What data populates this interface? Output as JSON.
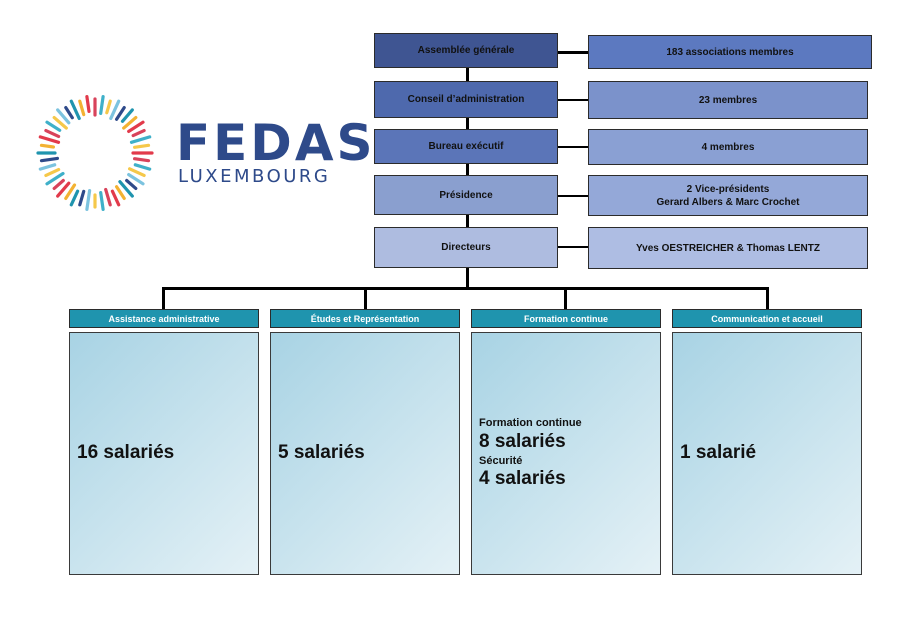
{
  "logo": {
    "name": "FEDAS",
    "subtitle": "LUXEMBOURG"
  },
  "hierarchy": [
    {
      "label": "Assemblée générale",
      "detail": "183 associations membres"
    },
    {
      "label": "Conseil d’administration",
      "detail": "23 membres"
    },
    {
      "label": "Bureau exécutif",
      "detail": "4 membres"
    },
    {
      "label": "Présidence",
      "detail_line1": "2 Vice-présidents",
      "detail_line2": "Gerard Albers & Marc Crochet"
    },
    {
      "label": "Directeurs",
      "detail": "Yves OESTREICHER & Thomas LENTZ"
    }
  ],
  "departments": [
    {
      "title": "Assistance administrative",
      "staff": "16 salariés"
    },
    {
      "title": "Études et Représentation",
      "staff": "5 salariés"
    },
    {
      "title": "Formation continue",
      "sub1_label": "Formation continue",
      "sub1_staff": "8 salariés",
      "sub2_label": "Sécurité",
      "sub2_staff": "4 salariés"
    },
    {
      "title": "Communication et accueil",
      "staff": "1 salarié"
    }
  ],
  "colors": {
    "navy": "#3f5592",
    "teal": "#1f94ae",
    "logo_text": "#2e4a8a"
  }
}
